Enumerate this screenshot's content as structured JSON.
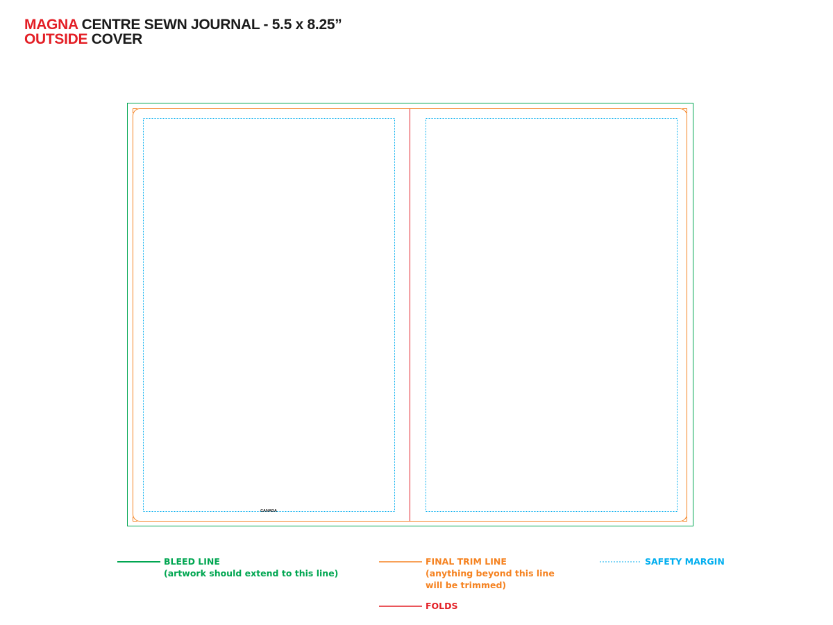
{
  "header": {
    "line1_brand": "MAGNA",
    "line1_title": "CENTRE SEWN JOURNAL - 5.5 x 8.25”",
    "line2_side": "OUTSIDE",
    "line2_title": "COVER"
  },
  "template": {
    "back_cover_imprint": "CANADA"
  },
  "legend": {
    "bleed": {
      "title": "BLEED LINE",
      "note": "(artwork should extend to this line)",
      "color": "#00a651"
    },
    "trim": {
      "title": "FINAL TRIM LINE",
      "note_line1": "(anything beyond this line",
      "note_line2": "will be trimmed)",
      "color": "#f58220"
    },
    "safety": {
      "title": "SAFETY MARGIN",
      "color": "#00aeef"
    },
    "folds": {
      "title": "FOLDS",
      "color": "#e31e25"
    }
  },
  "colors": {
    "brand_red": "#e31e25",
    "bleed_green": "#00a651",
    "trim_orange": "#f58220",
    "safety_blue": "#00aeef",
    "fold_red": "#e31e25"
  }
}
